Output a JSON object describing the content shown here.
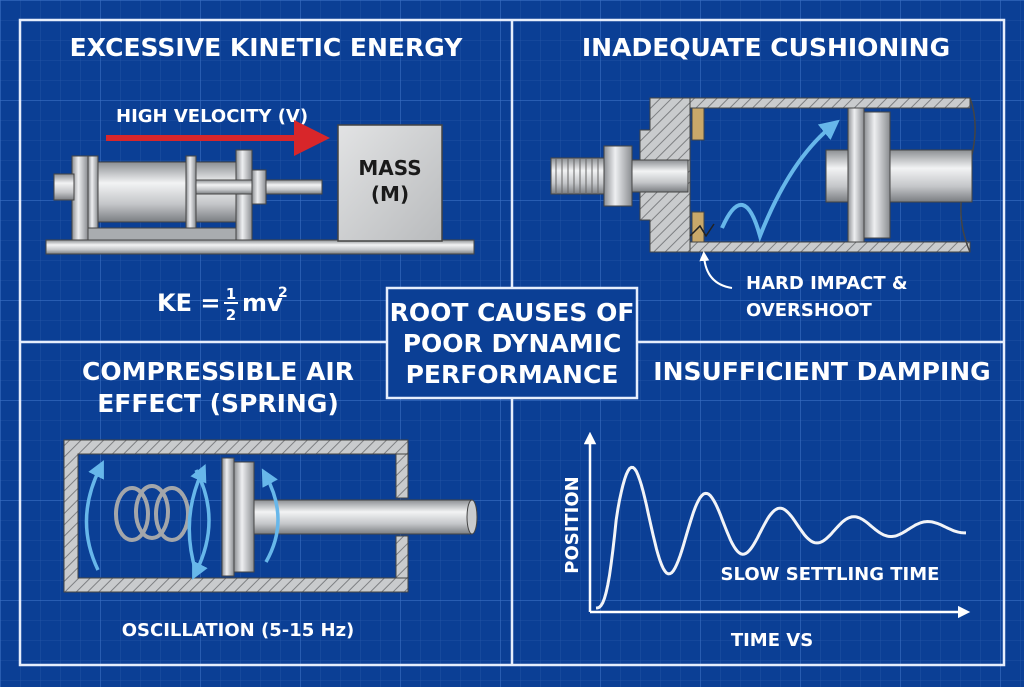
{
  "center": {
    "title_lines": [
      "ROOT CAUSES OF",
      "POOR DYNAMIC",
      "PERFORMANCE"
    ]
  },
  "panels": {
    "kinetic": {
      "title": "EXCESSIVE KINETIC ENERGY",
      "velocity_label": "HIGH VELOCITY (V)",
      "mass_line1": "MASS",
      "mass_line2": "(M)",
      "equation_lhs": "KE =",
      "equation_num": "1",
      "equation_den": "2",
      "equation_rhs": "mv",
      "equation_exp": "2"
    },
    "cushioning": {
      "title": "INADEQUATE CUSHIONING",
      "callout_line1": "HARD IMPACT &",
      "callout_line2": "OVERSHOOT"
    },
    "air": {
      "title_line1": "COMPRESSIBLE AIR",
      "title_line2": "EFFECT (SPRING)",
      "caption": "OSCILLATION (5-15 Hz)"
    },
    "damping": {
      "title": "INSUFFICIENT DAMPING",
      "y_axis_label": "POSITION",
      "x_axis_label": "TIME VS",
      "annotation": "SLOW SETTLING TIME"
    }
  },
  "colors": {
    "background": "#0b3f95",
    "grid": "#2d63b8",
    "divider": "#e6eefc",
    "velocity_arrow": "#d8262a",
    "motion_arrow": "#67b7ea",
    "metal": "#c9cbcd",
    "bronze": "#c9a86a"
  },
  "response_curve": {
    "settle_level": 0.5,
    "overshoot_peak": 1.0,
    "decay": 0.28,
    "frequency_cycles": 5
  }
}
